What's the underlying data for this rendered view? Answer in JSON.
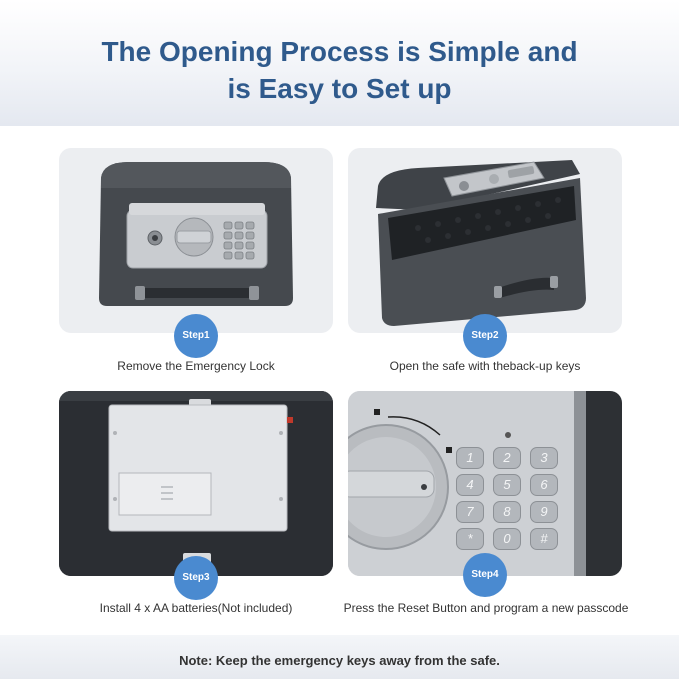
{
  "header": {
    "title_line1": "The Opening Process is Simple and",
    "title_line2": "is Easy to Set up"
  },
  "steps": [
    {
      "badge": "Step1",
      "caption": "Remove the Emergency Lock"
    },
    {
      "badge": "Step2",
      "caption": "Open the safe with theback-up keys"
    },
    {
      "badge": "Step3",
      "caption": "Install 4 x AA batteries(Not included)"
    },
    {
      "badge": "Step4",
      "caption": "Press the Reset Button and program a new passcode"
    }
  ],
  "keypad": {
    "keys": [
      "1",
      "2",
      "3",
      "4",
      "5",
      "6",
      "7",
      "8",
      "9",
      "*",
      "0",
      "#"
    ]
  },
  "footer": {
    "note": "Note: Keep the emergency keys away from the safe."
  },
  "colors": {
    "title": "#2f5a8c",
    "badge": "#4a8ad0",
    "panel_bg": "#eceef1"
  }
}
